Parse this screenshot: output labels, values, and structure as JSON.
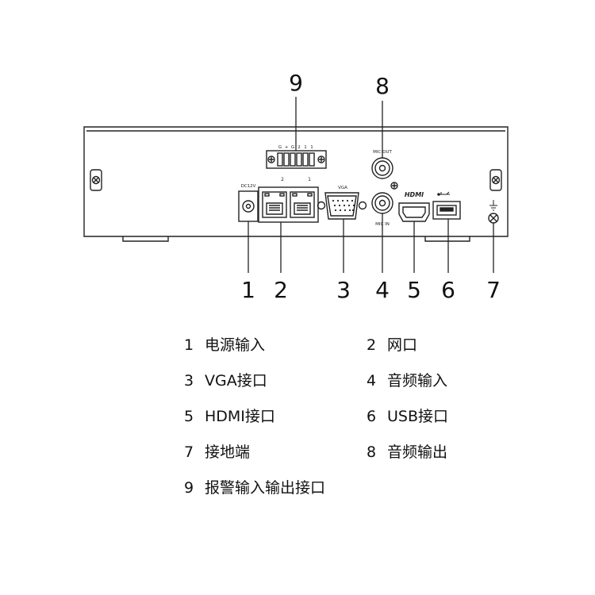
{
  "diagram": {
    "panel_labels": {
      "power": "DC12V",
      "lan_a": "2",
      "lan_b": "1",
      "vga": "VGA",
      "mic_out": "MIC OUT",
      "mic_in": "MIC IN",
      "hdmi": "HDMI",
      "alarm_pins": [
        "G",
        "+",
        "G",
        "2",
        "1",
        "1"
      ]
    },
    "callouts": [
      {
        "num": "1",
        "port": "power"
      },
      {
        "num": "2",
        "port": "lan"
      },
      {
        "num": "3",
        "port": "vga"
      },
      {
        "num": "4",
        "port": "mic-in"
      },
      {
        "num": "5",
        "port": "hdmi"
      },
      {
        "num": "6",
        "port": "usb"
      },
      {
        "num": "7",
        "port": "ground"
      },
      {
        "num": "8",
        "port": "mic-out"
      },
      {
        "num": "9",
        "port": "alarm"
      }
    ]
  },
  "legend": [
    {
      "num": "1",
      "label": "电源输入"
    },
    {
      "num": "2",
      "label": "网口"
    },
    {
      "num": "3",
      "label": "VGA接口"
    },
    {
      "num": "4",
      "label": "音频输入"
    },
    {
      "num": "5",
      "label": "HDMI接口"
    },
    {
      "num": "6",
      "label": "USB接口"
    },
    {
      "num": "7",
      "label": "接地端"
    },
    {
      "num": "8",
      "label": "音频输出"
    },
    {
      "num": "9",
      "label": "报警输入输出接口"
    }
  ]
}
